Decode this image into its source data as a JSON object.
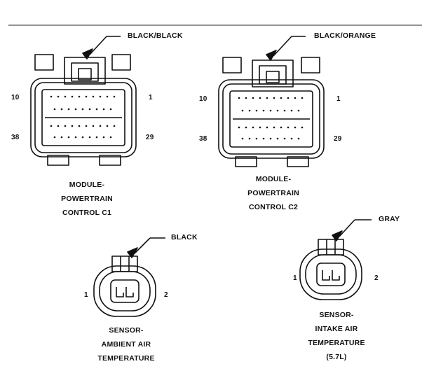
{
  "connectors": {
    "c1": {
      "wire": "BLACK/BLACK",
      "pins": {
        "top_left": "10",
        "top_right": "1",
        "bottom_left": "38",
        "bottom_right": "29"
      },
      "caption": [
        "MODULE-",
        "POWERTRAIN",
        "CONTROL C1"
      ]
    },
    "c2": {
      "wire": "BLACK/ORANGE",
      "pins": {
        "top_left": "10",
        "top_right": "1",
        "bottom_left": "38",
        "bottom_right": "29"
      },
      "caption": [
        "MODULE-",
        "POWERTRAIN",
        "CONTROL C2"
      ]
    },
    "ambient": {
      "wire": "BLACK",
      "pins": {
        "left": "1",
        "right": "2"
      },
      "caption": [
        "SENSOR-",
        "AMBIENT AIR",
        "TEMPERATURE"
      ]
    },
    "intake": {
      "wire": "GRAY",
      "pins": {
        "left": "1",
        "right": "2"
      },
      "caption": [
        "SENSOR-",
        "INTAKE AIR",
        "TEMPERATURE",
        "(5.7L)"
      ]
    }
  },
  "colors": {
    "line": "#111111",
    "background": "#ffffff"
  }
}
